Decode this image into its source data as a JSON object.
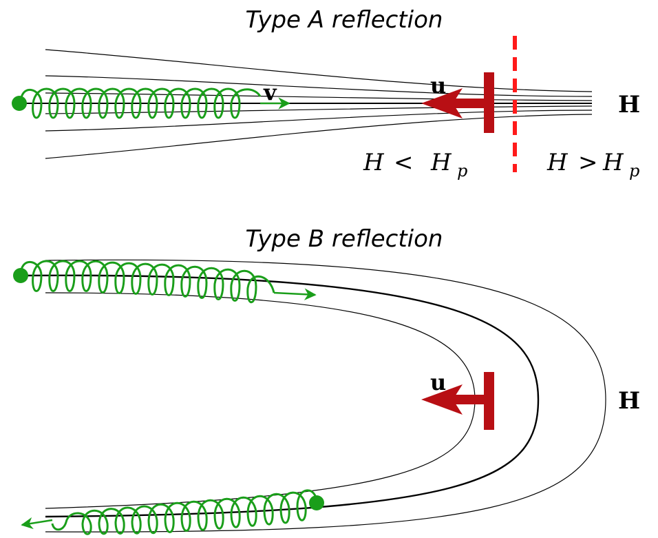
{
  "panel_a": {
    "title": "Type A reflection",
    "velocity_label": "v",
    "shock_velocity_label": "u",
    "field_label": "H",
    "left_condition": {
      "var": "H",
      "op": "<",
      "sym": "H",
      "sub": "p"
    },
    "right_condition": {
      "var": "H",
      "op": ">",
      "sym": "H",
      "sub": "p"
    }
  },
  "panel_b": {
    "title": "Type B reflection",
    "shock_velocity_label": "u",
    "field_label": "H"
  },
  "colors": {
    "field_lines": "#000000",
    "particle": "#1a9e1a",
    "shock": "#b80f14",
    "boundary": "#ff1a1a"
  }
}
